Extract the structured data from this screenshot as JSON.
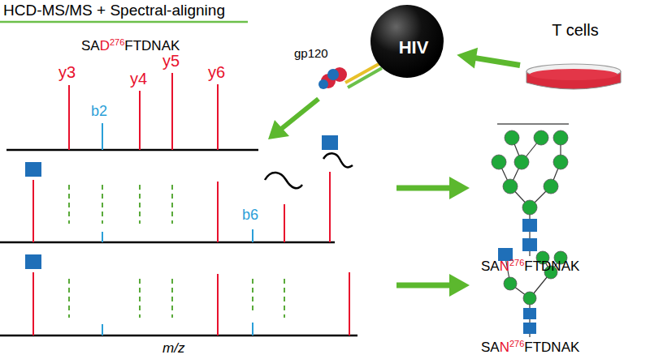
{
  "diagram": {
    "title": "HCD-MS/MS + Spectral-aligning",
    "nodes": [
      {
        "text": [
          "HIV"
        ]
      },
      {
        "text": [
          "T cells"
        ]
      }
    ],
    "edges": [
      {
        "from": 1,
        "to": 0,
        "arrow": "to"
      }
    ],
    "labels": [
      "SA",
      "D",
      "276",
      "FTDNAK",
      "y3",
      "b2",
      "y4",
      "y5",
      "y6",
      "gp120",
      "b6",
      "m/z",
      "SA",
      "N",
      "276",
      "FTDNAK",
      "SA",
      "N",
      "276",
      "FTDNAK"
    ]
  }
}
